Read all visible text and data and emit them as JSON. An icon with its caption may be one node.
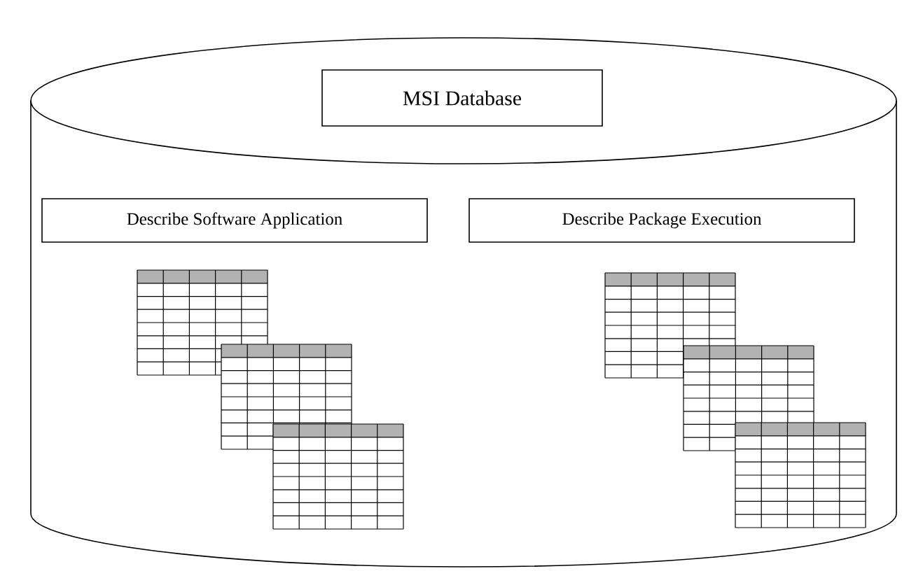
{
  "diagram": {
    "nodes": [
      {
        "text": [],
        "shape": "cylinder"
      },
      {
        "text": [
          "MSI Database"
        ],
        "in": 0
      },
      {
        "text": [
          "Describe Software Application"
        ],
        "in": 0
      },
      {
        "text": [
          "Describe Package Execution"
        ],
        "in": 0
      }
    ]
  }
}
